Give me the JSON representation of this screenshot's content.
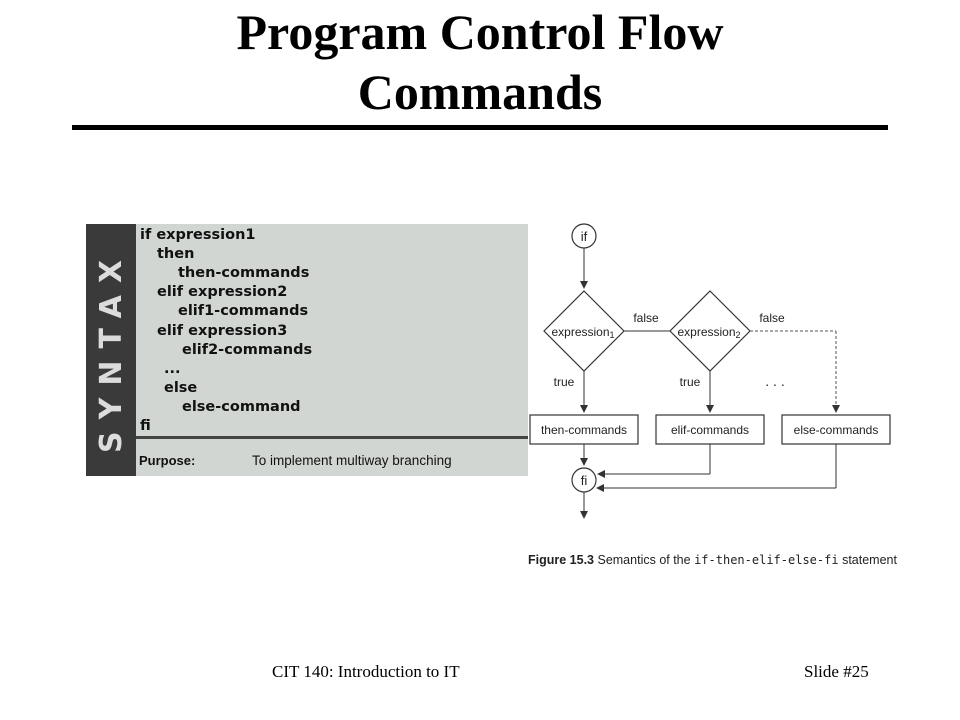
{
  "slide": {
    "title_line1": "Program Control Flow",
    "title_line2": "Commands"
  },
  "syntax_box": {
    "side_label": "SYNTAX",
    "code_lines": [
      "if expression1",
      "then",
      "then-commands",
      "elif expression2",
      "elif1-commands",
      "elif expression3",
      "elif2-commands",
      "...",
      "else",
      "else-command",
      "fi"
    ],
    "purpose_label": "Purpose:",
    "purpose_text": "To implement multiway branching"
  },
  "flowchart": {
    "start_node": "if",
    "end_node": "fi",
    "decision1": "expression",
    "decision1_sub": "1",
    "decision2": "expression",
    "decision2_sub": "2",
    "true_label": "true",
    "false_label": "false",
    "ellipsis": ". . .",
    "box_then": "then-commands",
    "box_elif": "elif-commands",
    "box_else": "else-commands"
  },
  "figure": {
    "number": "Figure 15.3",
    "caption_text": "Semantics of the",
    "caption_code": "if-then-elif-else-fi",
    "caption_end": "statement"
  },
  "footer": {
    "course": "CIT 140: Introduction to IT",
    "slide_number": "Slide #25"
  }
}
